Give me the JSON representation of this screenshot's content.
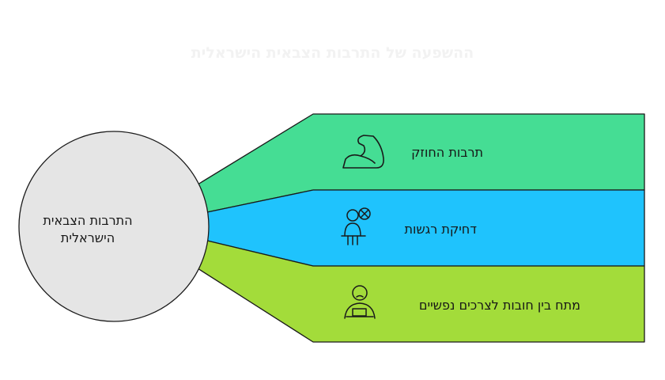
{
  "title": "ההשפעה של התרבות הצבאית הישראלית",
  "hub": {
    "line1": "התרבות הצבאית",
    "line2": "הישראלית"
  },
  "branches": [
    {
      "label": "תרבות החוזק",
      "icon": "flexed-arm-icon",
      "color": "#45dd94"
    },
    {
      "label": "דחיקת רגשות",
      "icon": "person-crossed-emotion-icon",
      "color": "#1fc3fd"
    },
    {
      "label": "מתח בין חובות לצרכים נפשיים",
      "icon": "sad-person-at-desk-icon",
      "color": "#a3dc3a"
    }
  ],
  "colors": {
    "hub_fill": "#e5e5e5",
    "stroke": "#1a1a1a"
  }
}
